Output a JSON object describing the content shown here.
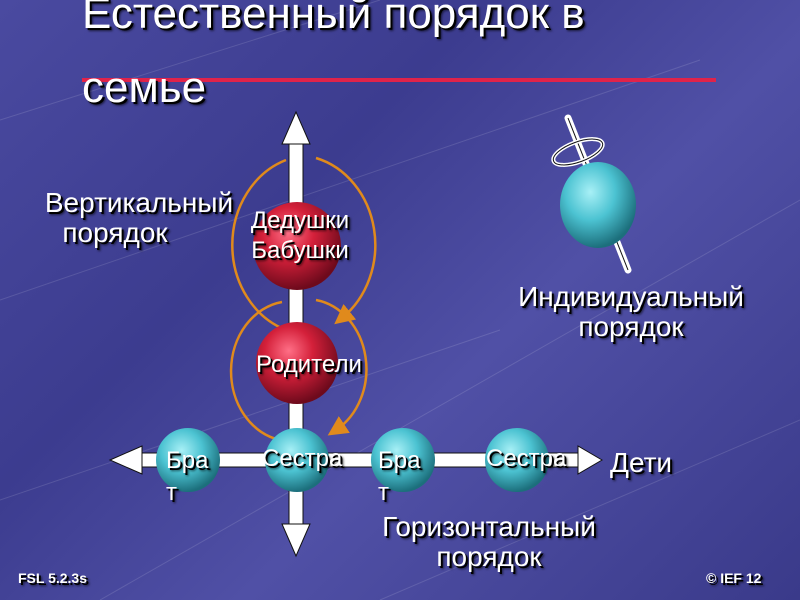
{
  "title": {
    "line1": "Естественный порядок в",
    "line2": "семье"
  },
  "labels": {
    "vertical_line1": "Вертикальный",
    "vertical_line2": "порядок",
    "individual_line1": "Индивидуальный",
    "individual_line2": "порядок",
    "horizontal_line1": "Горизонтальный",
    "horizontal_line2": "порядок",
    "children": "Дети"
  },
  "nodes": {
    "grandparents_line1": "Дедушки",
    "grandparents_line2": "Бабушки",
    "parents": "Родители",
    "brother1_line1": "Бра",
    "brother1_line2": "т",
    "sister1": "Сестра",
    "brother2_line1": "Бра",
    "brother2_line2": "т",
    "sister2": "Сестра"
  },
  "footer": {
    "left": "FSL 5.2.3s",
    "right": "© IEF  12"
  },
  "colors": {
    "background": "#44449a",
    "red_sphere": "#d4203a",
    "cyan_sphere": "#4cc3d2",
    "orange_arc": "#e08a1c",
    "title_underline": "#e0234a",
    "axis": "#ffffff"
  }
}
